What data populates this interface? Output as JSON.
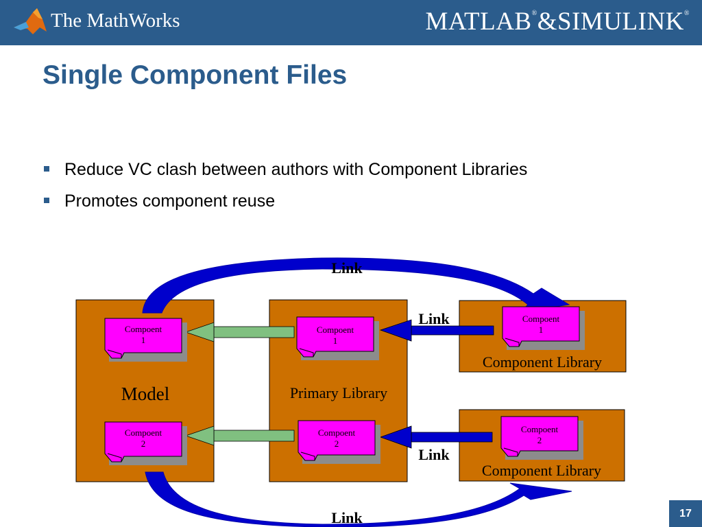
{
  "header": {
    "company": "The MathWorks",
    "product": {
      "part1": "MATLAB",
      "reg1": "®",
      "amp": "&",
      "part2": "SIMULINK",
      "reg2": "®"
    }
  },
  "slide": {
    "title": "Single Component Files",
    "bullets": [
      "Reduce VC clash between authors with Component Libraries",
      "Promotes component reuse"
    ],
    "page_number": "17"
  },
  "diagram": {
    "containers": {
      "model": "Model",
      "primary": "Primary Library",
      "lib1": "Component Library",
      "lib2": "Component Library"
    },
    "components": {
      "model_1": [
        "Compoent",
        "1"
      ],
      "model_2": [
        "Compoent",
        "2"
      ],
      "primary_1": [
        "Compoent",
        "1"
      ],
      "primary_2": [
        "Compoent",
        "2"
      ],
      "lib1_1": [
        "Compoent",
        "1"
      ],
      "lib2_2": [
        "Compoent",
        "2"
      ]
    },
    "links": {
      "top": "Link",
      "mid_top": "Link",
      "mid_bottom": "Link",
      "bottom": "Link"
    }
  },
  "colors": {
    "header_bg": "#2b5c8c",
    "container_fill": "#cc7000",
    "component_fill": "#ff00ff",
    "link_arrow": "#0000cc",
    "copy_arrow": "#80c080"
  }
}
